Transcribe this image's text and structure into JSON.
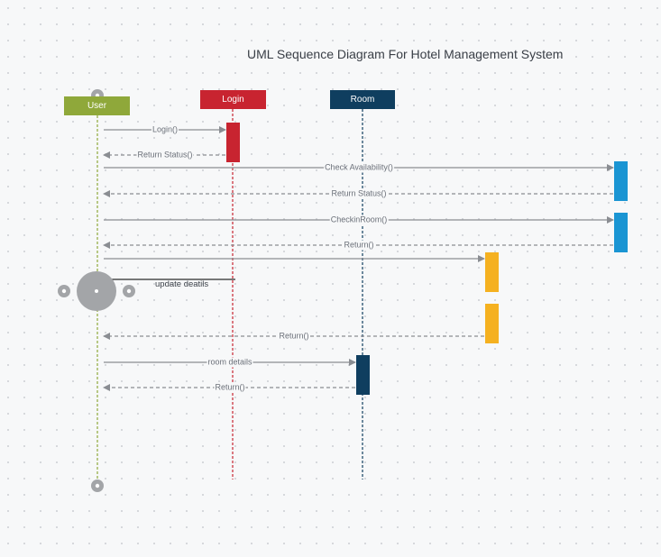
{
  "title": "UML Sequence Diagram For Hotel Management System",
  "actors": [
    {
      "name": "User",
      "color": "#8fa83a"
    },
    {
      "name": "Login",
      "color": "#c82430"
    },
    {
      "name": "Room",
      "color": "#0f3e5f"
    }
  ],
  "messages": [
    {
      "label": "Login()",
      "style": "solid"
    },
    {
      "label": "Return Status()",
      "style": "dashed"
    },
    {
      "label": "Check Availability()",
      "style": "solid"
    },
    {
      "label": "Return Status()",
      "style": "dashed"
    },
    {
      "label": "CheckinRoom()",
      "style": "solid"
    },
    {
      "label": "Return()",
      "style": "dashed"
    },
    {
      "label": "",
      "style": "solid"
    },
    {
      "label": "update deatils",
      "style": "note"
    },
    {
      "label": "Return()",
      "style": "dashed"
    },
    {
      "label": "room details",
      "style": "solid"
    },
    {
      "label": "Return()",
      "style": "dashed"
    }
  ],
  "colors": {
    "activation_login": "#c82430",
    "activation_blue": "#1a95d3",
    "activation_yellow": "#f5b120",
    "activation_room": "#0f3e5f",
    "arrow": "#8a8d92",
    "handle": "#a3a5a8"
  }
}
